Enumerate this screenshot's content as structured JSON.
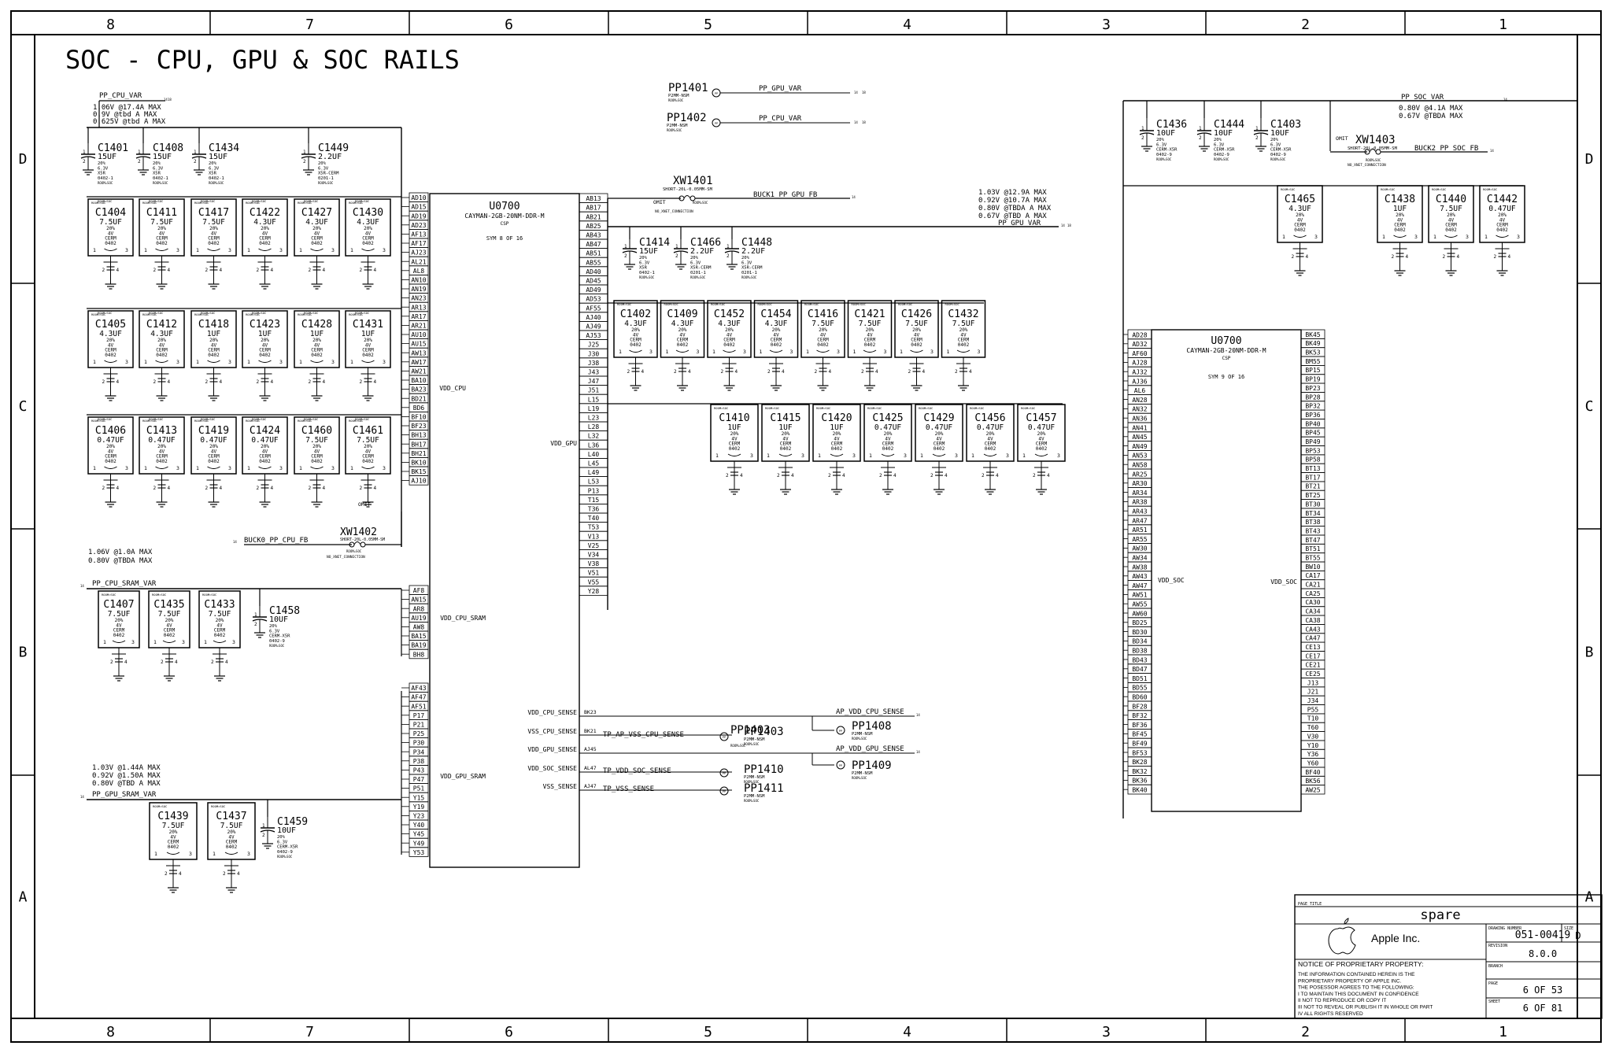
{
  "title": "SOC - CPU, GPU & SOC RAILS",
  "columns": [
    "8",
    "7",
    "6",
    "5",
    "4",
    "3",
    "2",
    "1"
  ],
  "rows": [
    "D",
    "C",
    "B",
    "A"
  ],
  "rails": {
    "cpu": {
      "name": "PP_CPU_VAR",
      "specs": [
        "1.06V @17.4A MAX",
        "0.9V @tbd A MAX",
        "0.625V @tbd A  MAX"
      ]
    },
    "gpu_specs": [
      "1.03V @12.9A MAX",
      "0.92V @10.7A MAX",
      "0.80V @TBDA A MAX",
      "0.67V @TBD A MAX"
    ],
    "gpu_net": "PP_GPU_VAR",
    "soc": {
      "name": "PP_SOC_VAR",
      "specs": [
        "0.80V @4.1A MAX",
        "0.67V @TBDA MAX"
      ]
    },
    "cpu_sram": {
      "name": "PP_CPU_SRAM_VAR",
      "specs": [
        "1.06V @1.0A MAX",
        "0.80V @TBDA MAX"
      ]
    },
    "gpu_sram": {
      "name": "PP_GPU_SRAM_VAR",
      "specs": [
        "1.03V @1.44A MAX",
        "0.92V @1.50A MAX",
        "0.80V @TBD A MAX"
      ]
    }
  },
  "nets": {
    "buck0": "BUCK0_PP_CPU_FB",
    "buck1": "BUCK1_PP_GPU_FB",
    "buck2": "BUCK2_PP_SOC_FB",
    "no_xnet": "NO_XNET_CONNECTION",
    "ap_vdd_cpu_sense": "AP_VDD_CPU_SENSE",
    "ap_vdd_gpu_sense": "AP_VDD_GPU_SENSE",
    "tp_vss_cpu": "TP_AP_VSS_CPU_SENSE",
    "tp_vdd_soc": "TP_VDD_SOC_SENSE",
    "tp_vss": "TP_VSS_SENSE"
  },
  "testpoints": [
    {
      "ref": "PP1401",
      "net": "PP_GPU_VAR",
      "sub": "P2MM-NSM"
    },
    {
      "ref": "PP1402",
      "net": "PP_CPU_VAR",
      "sub": "P2MM-NSM"
    },
    {
      "ref": "PP1403",
      "sub": "P2MM-NSM"
    },
    {
      "ref": "PP1408",
      "sub": "P2MM-NSM"
    },
    {
      "ref": "PP1409",
      "sub": "P2MM-NSM"
    },
    {
      "ref": "PP1410",
      "sub": "P2MM-NSM"
    },
    {
      "ref": "PP1411",
      "sub": "P2MM-NSM"
    }
  ],
  "shorts": [
    {
      "ref": "XW1401",
      "sub": "SHORT-20L-0.05MM-SM",
      "omit": "OMIT"
    },
    {
      "ref": "XW1402",
      "sub": "SHORT-20L-0.05MM-SM",
      "omit": "OMIT"
    },
    {
      "ref": "XW1403",
      "sub": "SHORT-20L-0.05MM-SM",
      "omit": "OMIT"
    }
  ],
  "caps_cpu_bulk": [
    {
      "ref": "C1401",
      "v": "15UF",
      "s": [
        "20%",
        "6.3V",
        "X5R",
        "0402-1"
      ]
    },
    {
      "ref": "C1408",
      "v": "15UF",
      "s": [
        "20%",
        "6.3V",
        "X5R",
        "0402-1"
      ]
    },
    {
      "ref": "C1434",
      "v": "15UF",
      "s": [
        "20%",
        "6.3V",
        "X5R",
        "0402-1"
      ]
    },
    {
      "ref": "C1449",
      "v": "2.2UF",
      "s": [
        "20%",
        "6.3V",
        "X5R-CERM",
        "0201-1"
      ]
    }
  ],
  "cpu_row1": [
    {
      "ref": "C1404",
      "v": "7.5UF"
    },
    {
      "ref": "C1411",
      "v": "7.5UF"
    },
    {
      "ref": "C1417",
      "v": "7.5UF"
    },
    {
      "ref": "C1422",
      "v": "4.3UF"
    },
    {
      "ref": "C1427",
      "v": "4.3UF"
    },
    {
      "ref": "C1430",
      "v": "4.3UF"
    }
  ],
  "cpu_row2": [
    {
      "ref": "C1405",
      "v": "4.3UF"
    },
    {
      "ref": "C1412",
      "v": "4.3UF"
    },
    {
      "ref": "C1418",
      "v": "1UF"
    },
    {
      "ref": "C1423",
      "v": "1UF"
    },
    {
      "ref": "C1428",
      "v": "1UF"
    },
    {
      "ref": "C1431",
      "v": "1UF"
    }
  ],
  "cpu_row3": [
    {
      "ref": "C1406",
      "v": "0.47UF"
    },
    {
      "ref": "C1413",
      "v": "0.47UF"
    },
    {
      "ref": "C1419",
      "v": "0.47UF"
    },
    {
      "ref": "C1424",
      "v": "0.47UF"
    },
    {
      "ref": "C1460",
      "v": "7.5UF"
    },
    {
      "ref": "C1461",
      "v": "7.5UF"
    }
  ],
  "cpu_sram_caps": [
    {
      "ref": "C1407",
      "v": "7.5UF"
    },
    {
      "ref": "C1435",
      "v": "7.5UF"
    },
    {
      "ref": "C1433",
      "v": "7.5UF"
    }
  ],
  "cpu_sram_bulk": {
    "ref": "C1458",
    "v": "10UF",
    "s": [
      "20%",
      "6.3V",
      "CERM-X5R",
      "0402-9"
    ]
  },
  "gpu_sram_caps": [
    {
      "ref": "C1439",
      "v": "7.5UF"
    },
    {
      "ref": "C1437",
      "v": "7.5UF"
    }
  ],
  "gpu_sram_bulk": {
    "ref": "C1459",
    "v": "10UF",
    "s": [
      "20%",
      "6.3V",
      "CERM-X5R",
      "0402-9"
    ]
  },
  "gpu_bulk": [
    {
      "ref": "C1414",
      "v": "15UF",
      "s": [
        "20%",
        "6.3V",
        "X5R",
        "0402-1"
      ]
    },
    {
      "ref": "C1466",
      "v": "2.2UF",
      "s": [
        "20%",
        "6.3V",
        "X5R-CERM",
        "0201-1"
      ]
    },
    {
      "ref": "C1448",
      "v": "2.2UF",
      "s": [
        "20%",
        "6.3V",
        "X5R-CERM",
        "0201-1"
      ]
    }
  ],
  "gpu_row1": [
    {
      "ref": "C1402",
      "v": "4.3UF"
    },
    {
      "ref": "C1409",
      "v": "4.3UF"
    },
    {
      "ref": "C1452",
      "v": "4.3UF"
    },
    {
      "ref": "C1454",
      "v": "4.3UF"
    },
    {
      "ref": "C1416",
      "v": "7.5UF"
    },
    {
      "ref": "C1421",
      "v": "7.5UF"
    },
    {
      "ref": "C1426",
      "v": "7.5UF"
    },
    {
      "ref": "C1432",
      "v": "7.5UF"
    }
  ],
  "gpu_row2": [
    {
      "ref": "C1410",
      "v": "1UF"
    },
    {
      "ref": "C1415",
      "v": "1UF"
    },
    {
      "ref": "C1420",
      "v": "1UF"
    },
    {
      "ref": "C1425",
      "v": "0.47UF"
    },
    {
      "ref": "C1429",
      "v": "0.47UF"
    },
    {
      "ref": "C1456",
      "v": "0.47UF"
    },
    {
      "ref": "C1457",
      "v": "0.47UF"
    }
  ],
  "soc_bulk": [
    {
      "ref": "C1436",
      "v": "10UF",
      "s": [
        "20%",
        "6.3V",
        "CERM-X5R",
        "0402-9"
      ]
    },
    {
      "ref": "C1444",
      "v": "10UF",
      "s": [
        "20%",
        "6.3V",
        "CERM-X5R",
        "0402-9"
      ]
    },
    {
      "ref": "C1403",
      "v": "10UF",
      "s": [
        "20%",
        "6.3V",
        "CERM-X5R",
        "0402-9"
      ]
    }
  ],
  "soc_caps": [
    {
      "ref": "C1465",
      "v": "4.3UF"
    },
    {
      "ref": "C1438",
      "v": "1UF"
    },
    {
      "ref": "C1440",
      "v": "7.5UF"
    },
    {
      "ref": "C1442",
      "v": "0.47UF"
    }
  ],
  "cap_specs": [
    "20%",
    "4V",
    "CERM",
    "0402"
  ],
  "room": "ROOM=SOC",
  "u0700": {
    "ref": "U0700",
    "part": "CAYMAN-2GB-20NM-DDR-M",
    "pkg": "CSP",
    "sym8": "SYM 8 OF 16",
    "sym9": "SYM 9 OF 16"
  },
  "pins_cpu": [
    "AD10",
    "AD15",
    "AD19",
    "AD23",
    "AF13",
    "AF17",
    "AJ23",
    "AL21",
    "AL8",
    "AN10",
    "AN19",
    "AN23",
    "AR13",
    "AR17",
    "AR21",
    "AU10",
    "AU15",
    "AW13",
    "AW17",
    "AW21",
    "BA10",
    "BA23",
    "BD21",
    "BD6",
    "BF10",
    "BF23",
    "BH13",
    "BH17",
    "BH21",
    "BK10",
    "BK15",
    "AJ10"
  ],
  "pins_cpu_sram": [
    "AF8",
    "AN15",
    "AR8",
    "AU19",
    "AW8",
    "BA15",
    "BA19",
    "BH8"
  ],
  "pins_gpu_sram": [
    "AF43",
    "AF47",
    "AF51",
    "P17",
    "P21",
    "P25",
    "P30",
    "P34",
    "P38",
    "P43",
    "P47",
    "P51",
    "Y15",
    "Y19",
    "Y23",
    "Y40",
    "Y45",
    "Y49",
    "Y53"
  ],
  "pins_gpu": [
    "AB13",
    "AB17",
    "AB21",
    "AB25",
    "AB43",
    "AB47",
    "AB51",
    "AB55",
    "AD40",
    "AD45",
    "AD49",
    "AD53",
    "AF55",
    "AJ40",
    "AJ49",
    "AJ53",
    "J25",
    "J30",
    "J38",
    "J43",
    "J47",
    "J51",
    "L15",
    "L19",
    "L23",
    "L28",
    "L32",
    "L36",
    "L40",
    "L45",
    "L49",
    "L53",
    "P13",
    "T15",
    "T36",
    "T40",
    "T53",
    "V13",
    "V25",
    "V34",
    "V38",
    "V51",
    "V55",
    "Y28"
  ],
  "pins_soc_left": [
    "AD28",
    "AD32",
    "AF60",
    "AJ28",
    "AJ32",
    "AJ36",
    "AL6",
    "AN28",
    "AN32",
    "AN36",
    "AN41",
    "AN45",
    "AN49",
    "AN53",
    "AN58",
    "AR25",
    "AR30",
    "AR34",
    "AR38",
    "AR43",
    "AR47",
    "AR51",
    "AR55",
    "AW30",
    "AW34",
    "AW38",
    "AW43",
    "AW47",
    "AW51",
    "AW55",
    "AW60",
    "BD25",
    "BD30",
    "BD34",
    "BD38",
    "BD43",
    "BD47",
    "BD51",
    "BD55",
    "BD60",
    "BF28",
    "BF32",
    "BF36",
    "BF45",
    "BF49",
    "BF53",
    "BK28",
    "BK32",
    "BK36",
    "BK40"
  ],
  "pins_soc_right": [
    "BK45",
    "BK49",
    "BK53",
    "BM55",
    "BP15",
    "BP19",
    "BP23",
    "BP28",
    "BP32",
    "BP36",
    "BP40",
    "BP45",
    "BP49",
    "BP53",
    "BP58",
    "BT13",
    "BT17",
    "BT21",
    "BT25",
    "BT30",
    "BT34",
    "BT38",
    "BT43",
    "BT47",
    "BT51",
    "BT55",
    "BW10",
    "CA17",
    "CA21",
    "CA25",
    "CA30",
    "CA34",
    "CA38",
    "CA43",
    "CA47",
    "CE13",
    "CE17",
    "CE21",
    "CE25",
    "J13",
    "J21",
    "J34",
    "P55",
    "T10",
    "T60",
    "V30",
    "Y10",
    "Y36",
    "Y60",
    "BF40",
    "BK56",
    "AW25"
  ],
  "pin_labels": {
    "vdd_cpu": "VDD_CPU",
    "vdd_gpu": "VDD_GPU",
    "vdd_cpu_sram": "VDD_CPU_SRAM",
    "vdd_gpu_sram": "VDD_GPU_SRAM",
    "vdd_soc": "VDD_SOC"
  },
  "sense_pins": [
    {
      "label": "VDD_CPU_SENSE",
      "pin": "BK23"
    },
    {
      "label": "VSS_CPU_SENSE",
      "pin": "BK21"
    },
    {
      "label": "VDD_GPU_SENSE",
      "pin": "AJ45"
    },
    {
      "label": "VDD_SOC_SENSE",
      "pin": "AL47"
    },
    {
      "label": "VSS_SENSE",
      "pin": "AJ47"
    }
  ],
  "titleblock": {
    "page_title_label": "PAGE TITLE",
    "page_title": "spare",
    "company": "Apple Inc.",
    "drawing_number_label": "DRAWING NUMBER",
    "drawing_number": "051-00419",
    "size_label": "SIZE",
    "size": "D",
    "revision_label": "REVISION",
    "revision": "8.0.0",
    "branch_label": "BRANCH",
    "page_label": "PAGE",
    "page": "6 OF 53",
    "sheet_label": "SHEET",
    "sheet": "6 OF 81",
    "notice_title": "NOTICE OF PROPRIETARY PROPERTY:",
    "notice_lines": [
      "THE INFORMATION CONTAINED HEREIN IS THE",
      "PROPRIETARY PROPERTY OF APPLE INC.",
      "THE POSESSOR AGREES TO THE FOLLOWING:",
      "I TO MAINTAIN THIS DOCUMENT IN CONFIDENCE",
      "II NOT TO REPRODUCE OR COPY IT",
      "III NOT TO REVEAL OR PUBLISH IT IN WHOLE OR PART",
      "IV ALL RIGHTS RESERVED"
    ]
  }
}
